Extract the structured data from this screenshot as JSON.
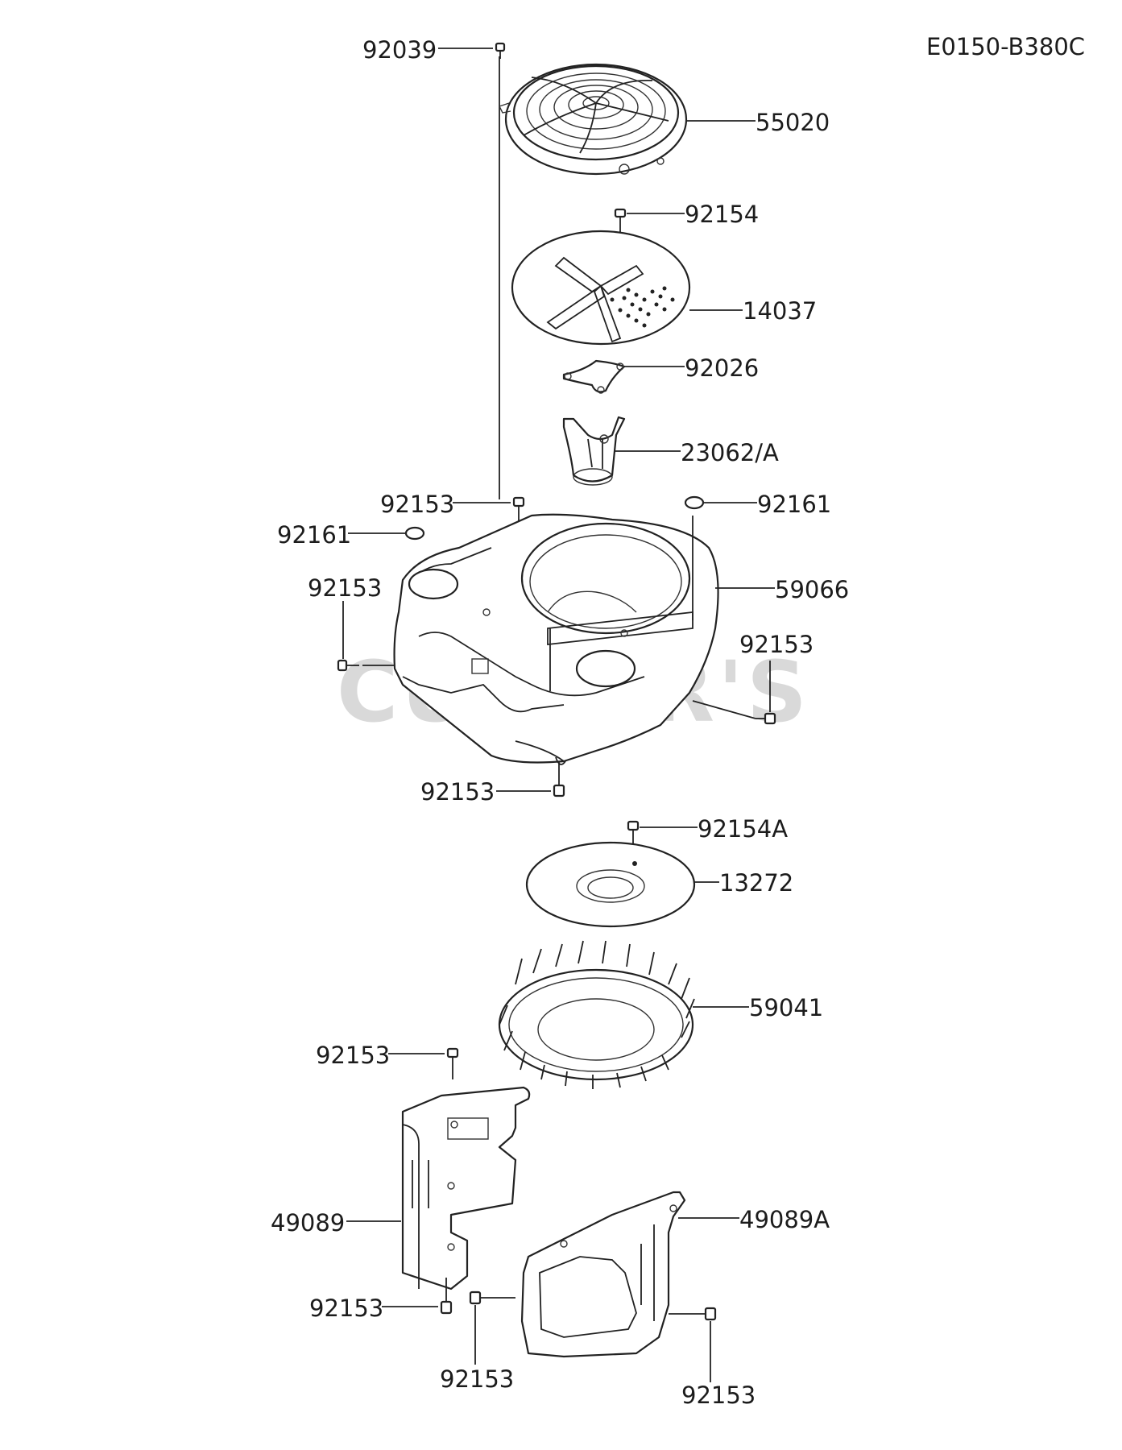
{
  "diagram_code": "E0150-B380C",
  "watermark": "CUTLER'S",
  "labels": {
    "l92039": "92039",
    "l55020": "55020",
    "l92154": "92154",
    "l14037": "14037",
    "l92026": "92026",
    "l23062A": "23062/A",
    "l92153_top": "92153",
    "l92161_right": "92161",
    "l92161_left": "92161",
    "l92153_left": "92153",
    "l59066": "59066",
    "l92153_right": "92153",
    "l92153_bottom": "92153",
    "l92154A": "92154A",
    "l13272": "13272",
    "l59041": "59041",
    "l92153_plate": "92153",
    "l49089": "49089",
    "l49089A": "49089A",
    "l92153_lowleft": "92153",
    "l92153_lowmid": "92153",
    "l92153_lowright": "92153"
  }
}
